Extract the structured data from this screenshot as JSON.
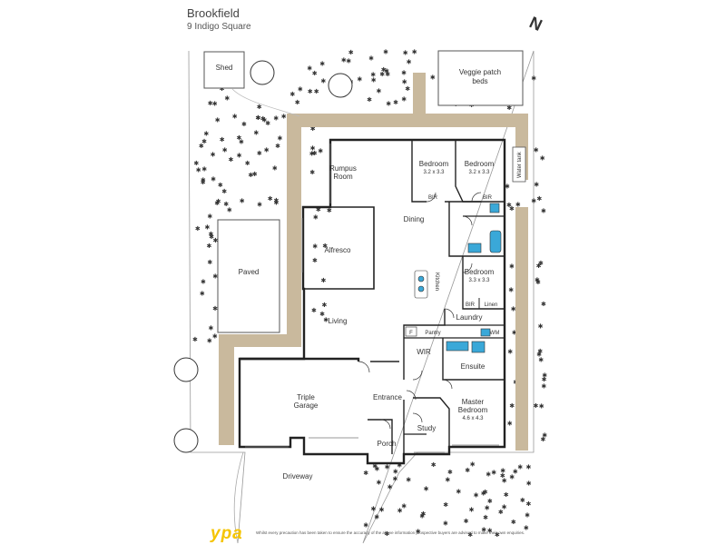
{
  "header": {
    "title": "Brookfield",
    "address": "9 Indigo Square"
  },
  "compass": {
    "letter": "N"
  },
  "rooms": {
    "shed": "Shed",
    "veggie_line1": "Veggie patch",
    "veggie_line2": "beds",
    "paved": "Paved",
    "rumpus_line1": "Rumpus",
    "rumpus_line2": "Room",
    "bedroom": "Bedroom",
    "bed2_size": "3.2 x 3.3",
    "bed3_size": "3.2 x 3.3",
    "bed4_size": "3.3 x 3.3",
    "bir": "BIR",
    "water_tank": "Water tank",
    "dining": "Dining",
    "alfresco": "Alfresco",
    "kitchen": "Kitchen",
    "linen": "Linen",
    "laundry": "Laundry",
    "fridge": "F",
    "pantry": "Pantry",
    "wm": "WM",
    "living": "Living",
    "wir": "WIR",
    "ensuite": "Ensuite",
    "garage_line1": "Triple",
    "garage_line2": "Garage",
    "entrance": "Entrance",
    "master_line1": "Master",
    "master_line2": "Bedroom",
    "master_size": "4.6 x 4.3",
    "study": "Study",
    "porch": "Porch",
    "driveway": "Driveway"
  },
  "footer": {
    "brand": "ypa",
    "disclaimer": "Whilst every precaution has been taken to ensure the accuracy of the above information prospective buyers are advised to make their own enquiries."
  },
  "colors": {
    "path": "#c9b99d",
    "wall": "#222222",
    "shrub": "#7fd6a6",
    "brand": "#f5c400",
    "fixture": "#3aa8d8"
  }
}
